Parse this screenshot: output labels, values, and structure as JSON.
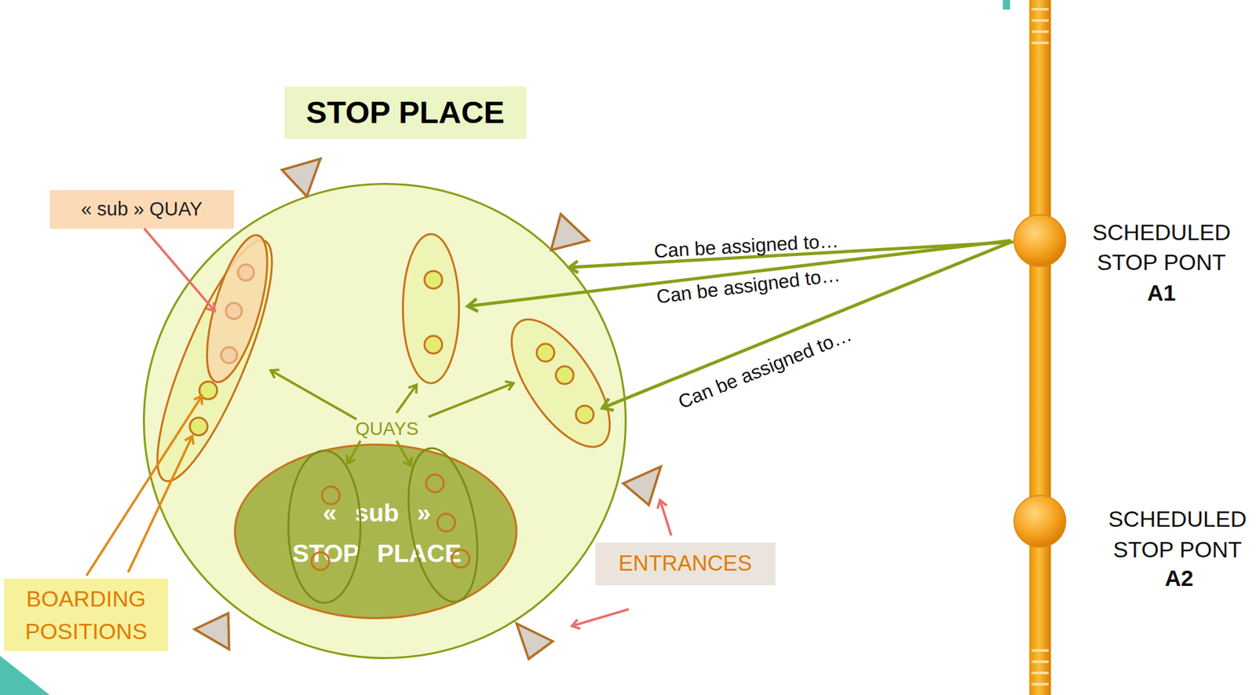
{
  "diagram": {
    "nodes": [
      {
        "text": [
          "STOP PLACE"
        ]
      },
      {
        "text": [
          "« sub » QUAY"
        ]
      },
      {
        "text": [
          "SCHEDULED STOP PONT",
          "A1"
        ]
      },
      {
        "text": [
          "« sub » STOP PLACE"
        ],
        "in": 0
      },
      {
        "text": [
          "SCHEDULED STOP PONT",
          "A2"
        ]
      },
      {
        "text": [
          "ENTRANCES"
        ]
      },
      {
        "text": [
          "BOARDING POSITIONS"
        ]
      }
    ],
    "edges": [
      {
        "from": 2,
        "to": 0,
        "arrow": "to",
        "label": "Can be assigned to…"
      }
    ],
    "labels": [
      "Can be assigned to…",
      "Can be assigned to…",
      "QUAYS"
    ]
  }
}
